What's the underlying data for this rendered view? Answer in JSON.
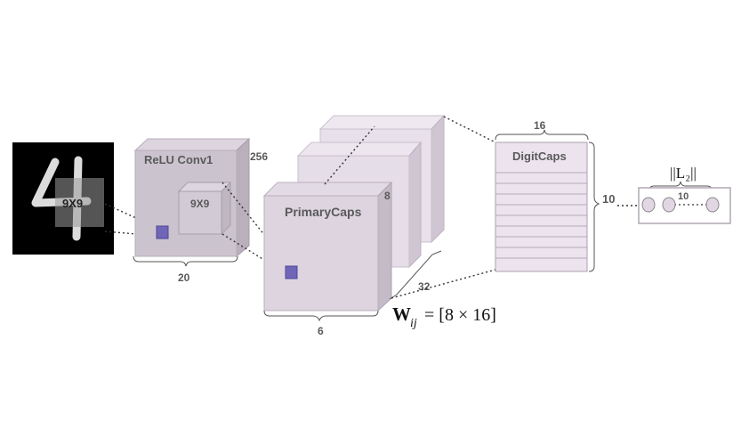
{
  "input": {
    "kernel_label": "9X9"
  },
  "conv1": {
    "title": "ReLU Conv1",
    "depth": "256",
    "width": "20",
    "kernel_label": "9X9"
  },
  "primary": {
    "title": "PrimaryCaps",
    "depth": "8",
    "width": "6",
    "count": "32"
  },
  "digit": {
    "title": "DigitCaps",
    "width": "16",
    "height": "10"
  },
  "weights": {
    "symbol": "W",
    "subscript": "ij",
    "value": "= [8 × 16]"
  },
  "output": {
    "title": "||L₂||",
    "count": "10"
  },
  "colors": {
    "block": "#cdc3d2",
    "capsule": "#e4d8e6",
    "marker": "#6f66b8"
  }
}
